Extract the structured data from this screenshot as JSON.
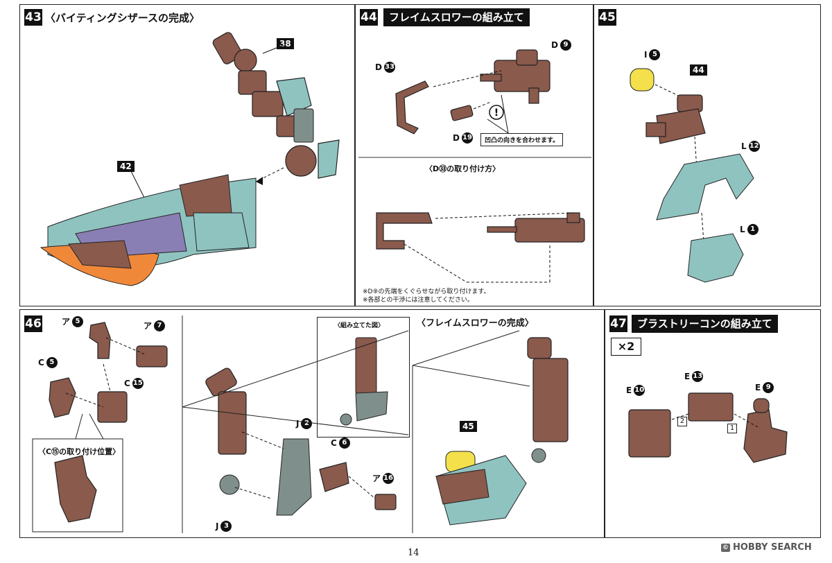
{
  "steps": {
    "s43": {
      "num": "43",
      "title": "〈バイティングシザースの完成〉",
      "parts": {
        "a": "38",
        "b": "42"
      }
    },
    "s44": {
      "num": "44",
      "title": "フレイムスロワーの組み立て",
      "parts": {
        "p1": {
          "letter": "D",
          "num": "33"
        },
        "p2": {
          "letter": "D",
          "num": "9"
        },
        "p3": {
          "letter": "D",
          "num": "19"
        }
      },
      "warn": "!",
      "callout": "凹凸の向きを合わせます。",
      "sub": "〈D㉝の取り付け方〉",
      "note1": "※D⑨の先端をくぐらせながら取り付けます。",
      "note2": "※各部との干渉には注意してください。"
    },
    "s45": {
      "num": "45",
      "parts": {
        "p1": {
          "letter": "I",
          "num": "5"
        },
        "p2": "44",
        "p3": {
          "letter": "L",
          "num": "12"
        },
        "p4": {
          "letter": "L",
          "num": "1"
        }
      }
    },
    "s46": {
      "num": "46",
      "parts": {
        "p1": {
          "letter": "ア",
          "num": "5"
        },
        "p2": {
          "letter": "ア",
          "num": "7"
        },
        "p3": {
          "letter": "C",
          "num": "5"
        },
        "p4": {
          "letter": "C",
          "num": "15"
        },
        "p5": {
          "letter": "J",
          "num": "2"
        },
        "p6": {
          "letter": "C",
          "num": "6"
        },
        "p7": {
          "letter": "ア",
          "num": "16"
        },
        "p8": {
          "letter": "J",
          "num": "3"
        },
        "p9": "45"
      },
      "sub_pos": "〈C⑮の取り付け位置〉",
      "sub_assembled": "〈組み立てた図〉",
      "complete": "〈フレイムスロワーの完成〉"
    },
    "s47": {
      "num": "47",
      "title": "ブラストリーコンの組み立て",
      "mult": "×2",
      "parts": {
        "p1": {
          "letter": "E",
          "num": "10"
        },
        "p2": {
          "letter": "E",
          "num": "13"
        },
        "p3": {
          "letter": "E",
          "num": "9"
        }
      },
      "box1": "1",
      "box2": "2"
    }
  },
  "page_number": "14",
  "watermark": {
    "badge": "©",
    "text": "HOBBY SEARCH"
  },
  "colors": {
    "brown": "#8a5a4c",
    "teal": "#8fc3c0",
    "purple": "#8a7fb5",
    "orange": "#f0883a",
    "yellow": "#f4e04a",
    "grey": "#7f8f8c"
  }
}
